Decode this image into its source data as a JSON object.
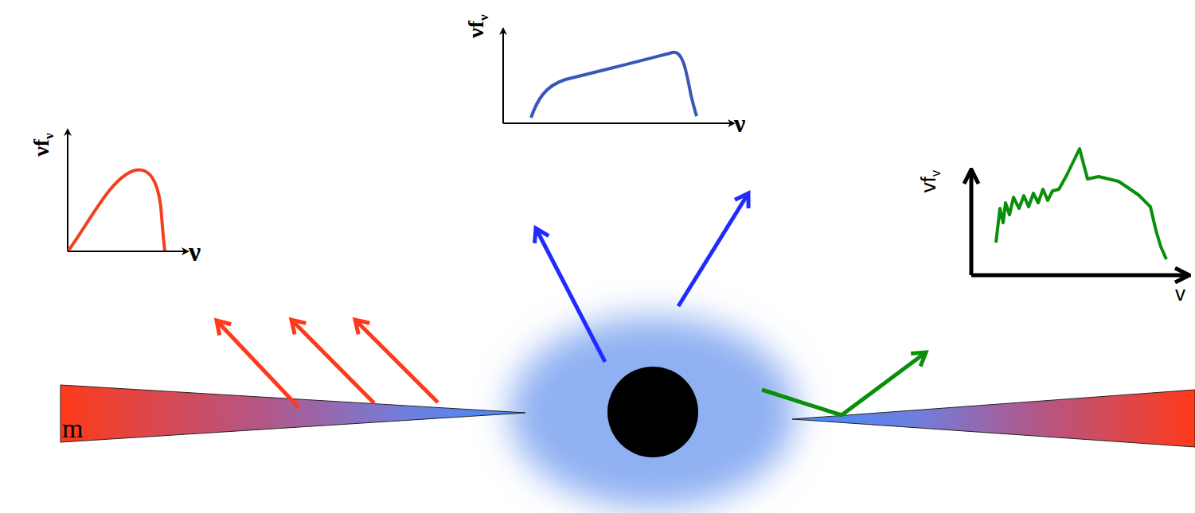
{
  "diagram": {
    "labels": [
      "νf",
      "ν",
      "ν",
      "νf",
      "ν",
      "ν",
      "vf",
      "v",
      "v",
      "m"
    ]
  }
}
